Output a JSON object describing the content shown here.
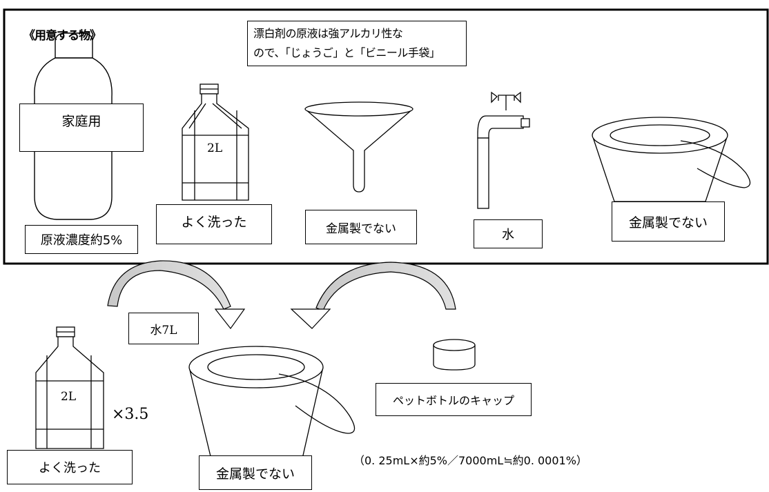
{
  "materials_panel": {
    "heading": "《用意する物》",
    "warning_note": {
      "line1": "漂白剤の原液は強アルカリ性な",
      "line2": "ので、「じょうご」と「ビニール手袋」"
    },
    "bleach_bottle": {
      "label": "家庭用",
      "concentration": "原液濃度約5%"
    },
    "pet_bottle": {
      "volume": "2L",
      "label": "よく洗った"
    },
    "funnel": {
      "label": "金属製でない"
    },
    "faucet": {
      "label": "水"
    },
    "bucket": {
      "label": "金属製でない"
    }
  },
  "procedure": {
    "pet_bottle": {
      "volume": "2L",
      "label": "よく洗った",
      "multiplier": "×3.5"
    },
    "water_note": "水7L",
    "bucket": {
      "label": "金属製でない"
    },
    "cap": {
      "label": "ペットボトルのキャップ"
    },
    "formula": "（0. 25mL×約5%／7000mL≒約0. 0001%）"
  }
}
